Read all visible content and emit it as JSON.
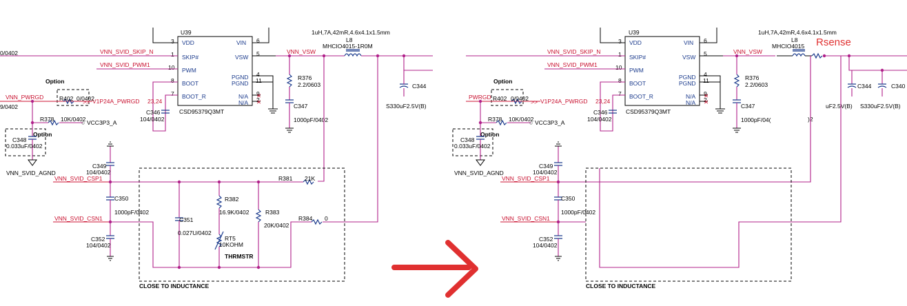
{
  "left": {
    "ic_ref": "U39",
    "ic_part": "CSD95379Q3MT",
    "pins_left": [
      {
        "num": "3",
        "name": "VDD"
      },
      {
        "num": "1",
        "name": "SKIP#"
      },
      {
        "num": "10",
        "name": "PWM"
      },
      {
        "num": "8",
        "name": "BOOT"
      },
      {
        "num": "7",
        "name": "BOOT_R"
      }
    ],
    "pins_right": [
      {
        "num": "6",
        "name": "VIN"
      },
      {
        "num": "5",
        "name": "VSW"
      },
      {
        "num": "4",
        "name": "PGND"
      },
      {
        "num": "11",
        "name": "PGND"
      },
      {
        "num": "9",
        "name": "N/A"
      },
      {
        "num": "2",
        "name": "N/A"
      }
    ],
    "inductor_spec": "1uH,7A,42mR,4.6x4.1x1.5mm",
    "inductor_ref": "L8",
    "inductor_part": "MHCIO4015-1R0M",
    "nets": {
      "skip": "VNN_SVID_SKIP_N",
      "pwm": "VNN_SVID_PWM1",
      "vsw": "VNN_VSW",
      "pwrgd": "VNN_PWRGD",
      "v1p24": "V1P24A_PWRGD",
      "v1p24_pages": "23,24",
      "vcc3p3": "VCC3P3_A",
      "agnd": "VNN_SVID_AGND",
      "csp": "VNN_SVID_CSP1",
      "csn": "VNN_SVID_CSN1",
      "left_edge": "9/0402",
      "left_edge2": "0/0402"
    },
    "parts": {
      "r376": "R376",
      "r376_val": "2.2/0603",
      "c347": "C347",
      "c347_val": "1000pF/0402",
      "c346": "C346",
      "c346_val": "104/0402",
      "c344": "C344",
      "c_bulk_val": "S330uF2.5V(B)",
      "r402": "R402",
      "r402_val": "0/0402",
      "r378": "R378",
      "r378_val": "10K/0402",
      "c348": "C348",
      "c348_val": "0.033uF/0402",
      "c349": "C349",
      "c349_val": "104/0402",
      "c350": "C350",
      "c350_val": "1000pF/0402",
      "c352": "C352",
      "c352_val": "104/0402",
      "c351": "C351",
      "c351_val": "0.027U/0402",
      "r382": "R382",
      "r382_val": "16.9K/0402",
      "rt5": "RT5",
      "rt5_val": "10KOHM",
      "rt5_type": "THRMSTR",
      "r383": "R383",
      "r383_val": "20K/0402",
      "r381": "R381",
      "r381_val": "21K",
      "r384": "R384",
      "r384_val": "0"
    },
    "option1": "Option",
    "option2": "Option",
    "close_note": "CLOSE TO INDUCTANCE"
  },
  "right": {
    "ic_ref": "U39",
    "ic_part": "CSD95379Q3MT",
    "inductor_spec": "1uH,7A,42mR,4.6x4.1x1.5mm",
    "inductor_ref": "L8",
    "inductor_part": "MHCIO4015",
    "rsense_label": "Rsense",
    "pwrgd": "PWRGD",
    "c340": "C340",
    "c344_val": "uF2.5V(B)",
    "c340_val": "S330uF2.5V(B)",
    "c347_val": "1000pF/04(",
    "stub": ")2",
    "close_note": "CLOSE TO INDUCTANCE"
  },
  "arrow_color": "#e03030"
}
